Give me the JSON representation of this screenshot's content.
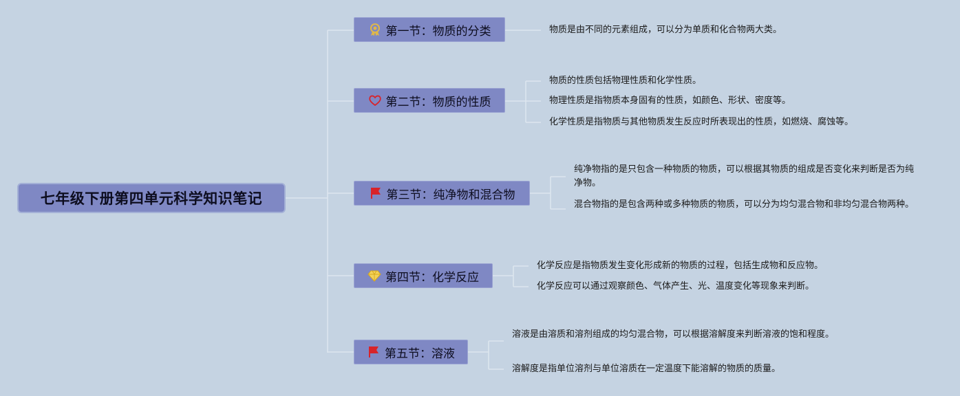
{
  "root": {
    "title": "七年级下册第四单元科学知识笔记"
  },
  "sections": [
    {
      "title": "第一节：物质的分类",
      "icon": "ribbon-medal-icon",
      "notes": [
        "物质是由不同的元素组成，可以分为单质和化合物两大类。"
      ]
    },
    {
      "title": "第二节：物质的性质",
      "icon": "heart-icon",
      "notes": [
        "物质的性质包括物理性质和化学性质。",
        "物理性质是指物质本身固有的性质，如颜色、形状、密度等。",
        "化学性质是指物质与其他物质发生反应时所表现出的性质，如燃烧、腐蚀等。"
      ]
    },
    {
      "title": "第三节：纯净物和混合物",
      "icon": "red-flag-icon",
      "notes": [
        "纯净物指的是只包含一种物质的物质，可以根据其物质的组成是否变化来判断是否为纯净物。",
        "混合物指的是包含两种或多种物质的物质，可以分为均匀混合物和非均匀混合物两种。"
      ]
    },
    {
      "title": "第四节：化学反应",
      "icon": "diamond-icon",
      "notes": [
        "化学反应是指物质发生变化形成新的物质的过程，包括生成物和反应物。",
        "化学反应可以通过观察颜色、气体产生、光、温度变化等现象来判断。"
      ]
    },
    {
      "title": "第五节：溶液",
      "icon": "red-flag-icon",
      "notes": [
        "溶液是由溶质和溶剂组成的均匀混合物，可以根据溶解度来判断溶液的饱和程度。",
        "溶解度是指单位溶剂与单位溶质在一定温度下能溶解的物质的质量。"
      ]
    }
  ],
  "colors": {
    "background": "#c5d3e2",
    "node_fill": "#7f88c4",
    "connector": "#dde6ef",
    "icon_red": "#d8232a",
    "icon_gold": "#e0b84a"
  }
}
